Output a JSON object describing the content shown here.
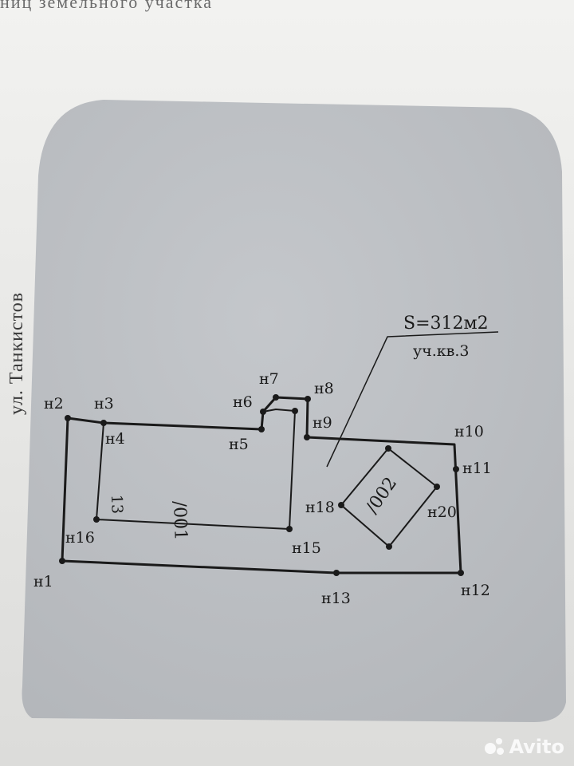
{
  "header": {
    "text": "ниц земельного участка"
  },
  "street": {
    "label": "ул. Танкистов"
  },
  "area": {
    "value": "S=312м2",
    "parcel": "уч.кв.3"
  },
  "parts": {
    "part1": "/001",
    "part2": "/002",
    "dimension": "13"
  },
  "points": [
    {
      "id": "н1",
      "label": "н1"
    },
    {
      "id": "н2",
      "label": "н2"
    },
    {
      "id": "н3",
      "label": "н3"
    },
    {
      "id": "н4",
      "label": "н4"
    },
    {
      "id": "н5",
      "label": "н5"
    },
    {
      "id": "н6",
      "label": "н6"
    },
    {
      "id": "н7",
      "label": "н7"
    },
    {
      "id": "н8",
      "label": "н8"
    },
    {
      "id": "н9",
      "label": "н9"
    },
    {
      "id": "н10",
      "label": "н10"
    },
    {
      "id": "н11",
      "label": "н11"
    },
    {
      "id": "н12",
      "label": "н12"
    },
    {
      "id": "н13",
      "label": "н13"
    },
    {
      "id": "н15",
      "label": "н15"
    },
    {
      "id": "н16",
      "label": "н16"
    },
    {
      "id": "н18",
      "label": "н18"
    },
    {
      "id": "н20",
      "label": "н20"
    }
  ],
  "watermark": {
    "text": "Avito"
  },
  "colors": {
    "paper": "#e8e8e6",
    "shade": "#b9bcc0",
    "ink": "#1a1a1a"
  }
}
